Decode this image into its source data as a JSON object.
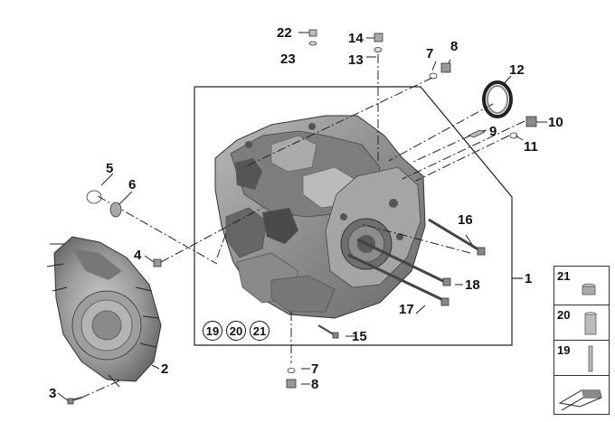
{
  "callouts": {
    "c22": "22",
    "c23": "23",
    "c14": "14",
    "c13": "13",
    "c7a": "7",
    "c8a": "8",
    "c12": "12",
    "c10": "10",
    "c9": "9",
    "c11": "11",
    "c5": "5",
    "c6": "6",
    "c16": "16",
    "c4": "4",
    "c1": "1",
    "c18": "18",
    "c17": "17",
    "c15": "15",
    "c2": "2",
    "c3": "3",
    "c7b": "7",
    "c8b": "8"
  },
  "circled": [
    "19",
    "20",
    "21"
  ],
  "side_legend": [
    {
      "label": "21",
      "icon": "cap-nut-icon"
    },
    {
      "label": "20",
      "icon": "sleeve-icon"
    },
    {
      "label": "19",
      "icon": "pin-icon"
    }
  ],
  "colors": {
    "line": "#222222",
    "part_fill": "#9b9b9b",
    "part_dark": "#555555",
    "part_light": "#d0d0d0"
  }
}
